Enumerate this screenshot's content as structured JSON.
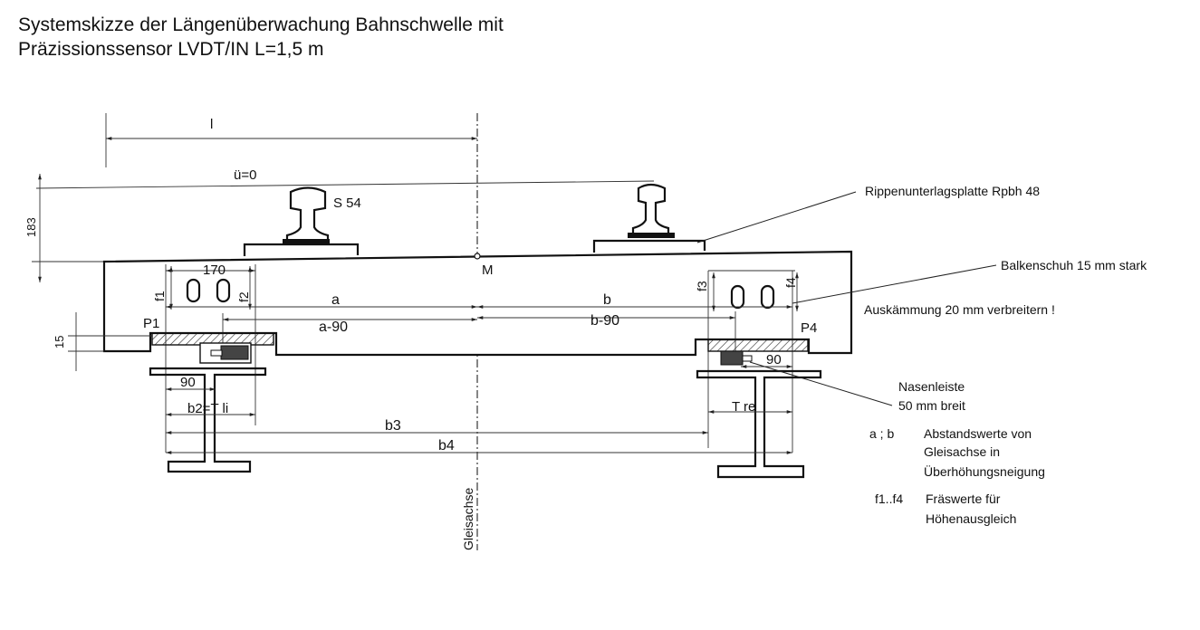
{
  "title": {
    "line1": "Systemskizze der Längenüberwachung Bahnschwelle mit",
    "line2": "Präzissionssensor LVDT/IN L=1,5 m"
  },
  "labels": {
    "l": "l",
    "ue": "ü=0",
    "dim183": "183",
    "s54": "S 54",
    "M": "M",
    "d170": "170",
    "f1": "f1",
    "f2": "f2",
    "f3": "f3",
    "f4": "f4",
    "a": "a",
    "a90": "a-90",
    "b": "b",
    "b90": "b-90",
    "P1": "P1",
    "P4": "P4",
    "d15": "15",
    "d90l": "90",
    "d90r": "90",
    "b2": "b2=T li",
    "tre": "T re",
    "b3": "b3",
    "b4": "b4",
    "gleisachse": "Gleisachse"
  },
  "annotations": {
    "rippen": "Rippenunterlagsplatte Rpbh 48",
    "balken": "Balkenschuh 15 mm stark",
    "auskaemmung": "Auskämmung 20 mm verbreitern !",
    "nasen1": "Nasenleiste",
    "nasen2": "50 mm breit"
  },
  "legend": {
    "ab_key": "a ; b",
    "ab_1": "Abstandswerte von",
    "ab_2": "Gleisachse in",
    "ab_3": "Überhöhungsneigung",
    "f_key": "f1..f4",
    "f_1": "Fräswerte  für",
    "f_2": "Höhenausgleich"
  }
}
